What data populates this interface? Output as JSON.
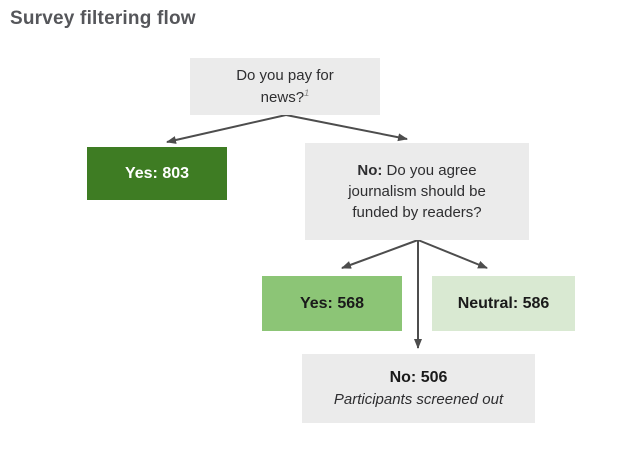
{
  "title": "Survey filtering flow",
  "colors": {
    "background": "#ffffff",
    "box_gray": "#ebebeb",
    "green_dark": "#3e7c23",
    "green_medium": "#8cc576",
    "green_light": "#d9e9d2",
    "arrow": "#4d4d4d",
    "title_text": "#55565a",
    "dark_text": "#2e2e30",
    "white_text": "#ffffff"
  },
  "nodes": {
    "root": {
      "line1": "Do you pay for",
      "line2": "news?",
      "footnote": "1"
    },
    "pay_yes": {
      "label": "Yes: 803"
    },
    "pay_no": {
      "prefix": "No:",
      "question": "Do you agree journalism should be funded by readers?"
    },
    "agree_yes": {
      "label": "Yes: 568"
    },
    "agree_neutral": {
      "label": "Neutral: 586"
    },
    "agree_no": {
      "label": "No: 506",
      "note": "Participants screened out"
    }
  }
}
